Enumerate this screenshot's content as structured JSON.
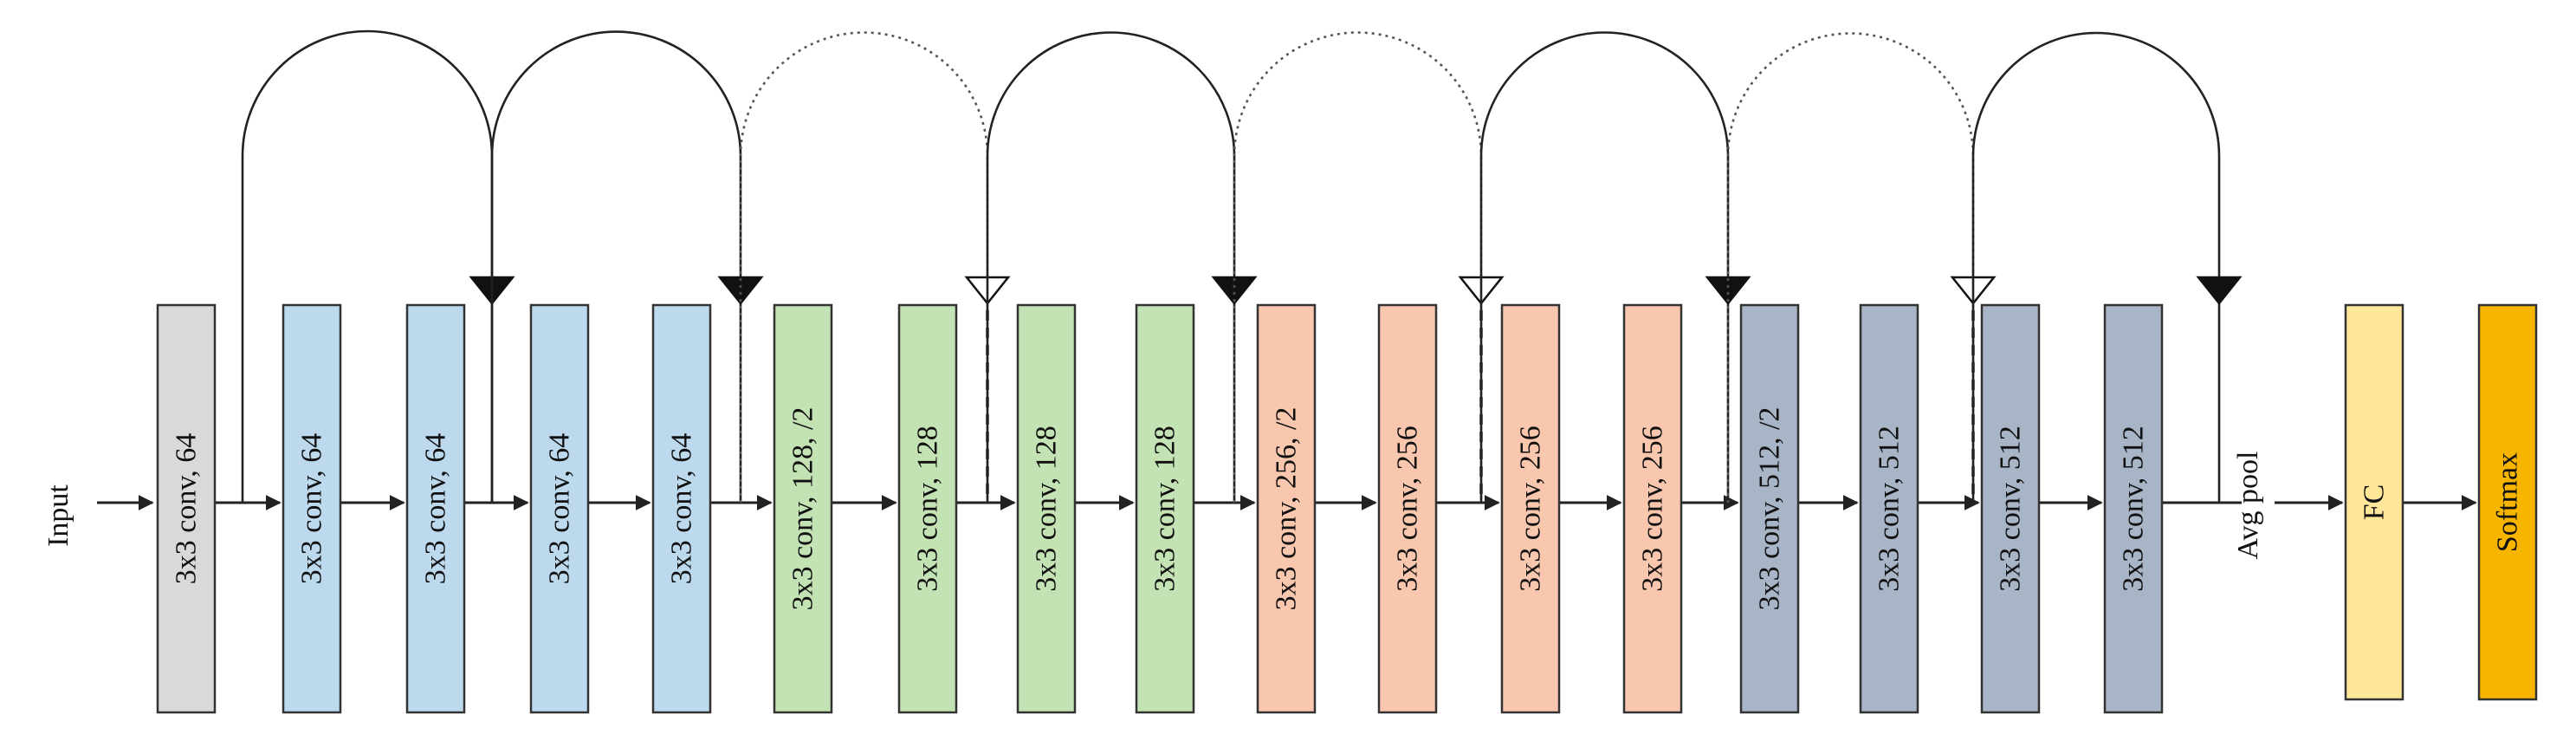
{
  "input_label": "Input",
  "blocks": [
    {
      "label": "3x3 conv, 64",
      "color": "#d9d9d9"
    },
    {
      "label": "3x3 conv, 64",
      "color": "#bcd9ee"
    },
    {
      "label": "3x3 conv, 64",
      "color": "#bcd9ee"
    },
    {
      "label": "3x3 conv, 64",
      "color": "#bcd9ee"
    },
    {
      "label": "3x3 conv, 64",
      "color": "#bcd9ee"
    },
    {
      "label": "3x3 conv, 128, /2",
      "color": "#c4e3b5"
    },
    {
      "label": "3x3 conv, 128",
      "color": "#c4e3b5"
    },
    {
      "label": "3x3 conv, 128",
      "color": "#c4e3b5"
    },
    {
      "label": "3x3 conv, 128",
      "color": "#c4e3b5"
    },
    {
      "label": "3x3 conv, 256, /2",
      "color": "#f9c6ae"
    },
    {
      "label": "3x3 conv, 256",
      "color": "#f9c6ae"
    },
    {
      "label": "3x3 conv, 256",
      "color": "#f9c6ae"
    },
    {
      "label": "3x3 conv, 256",
      "color": "#f9c6ae"
    },
    {
      "label": "3x3 conv, 512, /2",
      "color": "#a8b5c6"
    },
    {
      "label": "3x3 conv, 512",
      "color": "#a8b5c6"
    },
    {
      "label": "3x3 conv, 512",
      "color": "#a8b5c6"
    },
    {
      "label": "3x3 conv, 512",
      "color": "#a8b5c6"
    }
  ],
  "avgpool_label": "Avg pool",
  "fc": {
    "label": "FC",
    "color": "#ffe79a"
  },
  "softmax": {
    "label": "Softmax",
    "color": "#f7b500"
  },
  "skip_connections": [
    {
      "style": "solid"
    },
    {
      "style": "solid"
    },
    {
      "style": "dotted"
    },
    {
      "style": "solid"
    },
    {
      "style": "dotted"
    },
    {
      "style": "solid"
    },
    {
      "style": "dotted"
    },
    {
      "style": "solid"
    }
  ]
}
